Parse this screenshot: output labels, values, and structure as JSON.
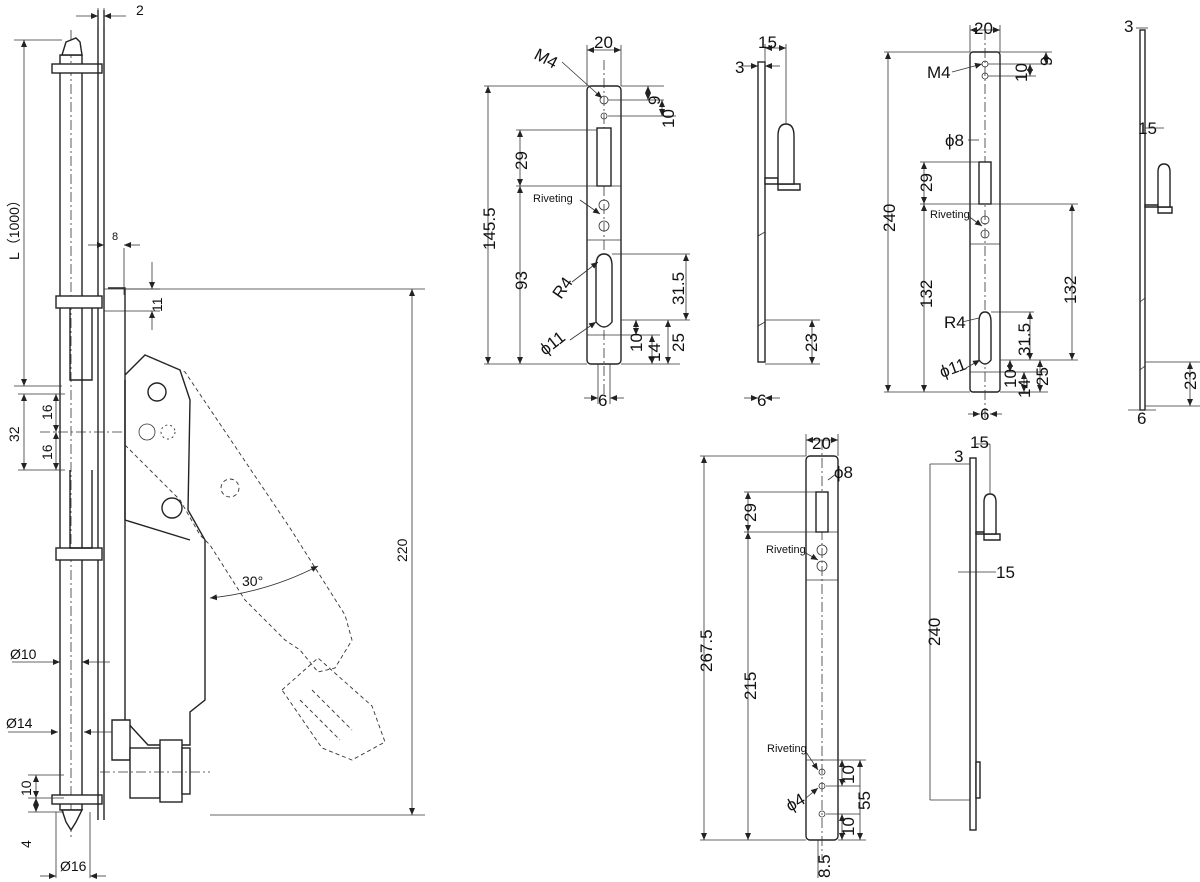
{
  "assembly": {
    "dim_top_offset": "2",
    "dim_length": "L（1000）",
    "dim_8": "8",
    "dim_11": "11",
    "dim_32": "32",
    "dim_16a": "16",
    "dim_16b": "16",
    "dim_220": "220",
    "angle_30": "30°",
    "dim_phi10": "Ø10",
    "dim_phi14": "Ø14",
    "dim_10": "10",
    "dim_4": "4",
    "dim_phi16": "Ø16"
  },
  "rod_145": {
    "dim_20": "20",
    "thread_m4": "M4",
    "dim_9": "9",
    "dim_10": "10",
    "dim_145_5": "145.5",
    "dim_29": "29",
    "riveting": "Riveting",
    "dim_93": "93",
    "radius_r4": "R4",
    "dim_31_5": "31.5",
    "dim_phi11": "ϕ11",
    "dim_10b": "10",
    "dim_14": "14",
    "dim_25": "25",
    "dim_6": "6"
  },
  "rod_145_side": {
    "dim_3": "3",
    "dim_15": "15",
    "dim_23": "23",
    "dim_6": "6"
  },
  "rod_240": {
    "dim_20": "20",
    "thread_m4": "M4",
    "dim_10": "10",
    "dim_9": "9",
    "dim_phi8": "ϕ8",
    "dim_240": "240",
    "dim_29": "29",
    "riveting": "Riveting",
    "dim_132a": "132",
    "dim_132b": "132",
    "radius_r4": "R4",
    "dim_31_5": "31.5",
    "dim_phi11": "ϕ11",
    "dim_10b": "10",
    "dim_14": "14",
    "dim_25": "25",
    "dim_6": "6"
  },
  "rod_240_side": {
    "dim_3": "3",
    "dim_15": "15",
    "dim_23": "23",
    "dim_6": "6"
  },
  "rod_267": {
    "dim_20": "20",
    "dim_phi8": "ϕ8",
    "dim_29": "29",
    "riveting_top": "Riveting",
    "dim_267_5": "267.5",
    "dim_215": "215",
    "riveting_bottom": "Riveting",
    "dim_phi4": "ϕ4",
    "dim_10a": "10",
    "dim_55": "55",
    "dim_10b": "10",
    "dim_8_5": "8.5"
  },
  "rod_267_side": {
    "dim_3": "3",
    "dim_15a": "15",
    "dim_15b": "15",
    "dim_240": "240"
  }
}
